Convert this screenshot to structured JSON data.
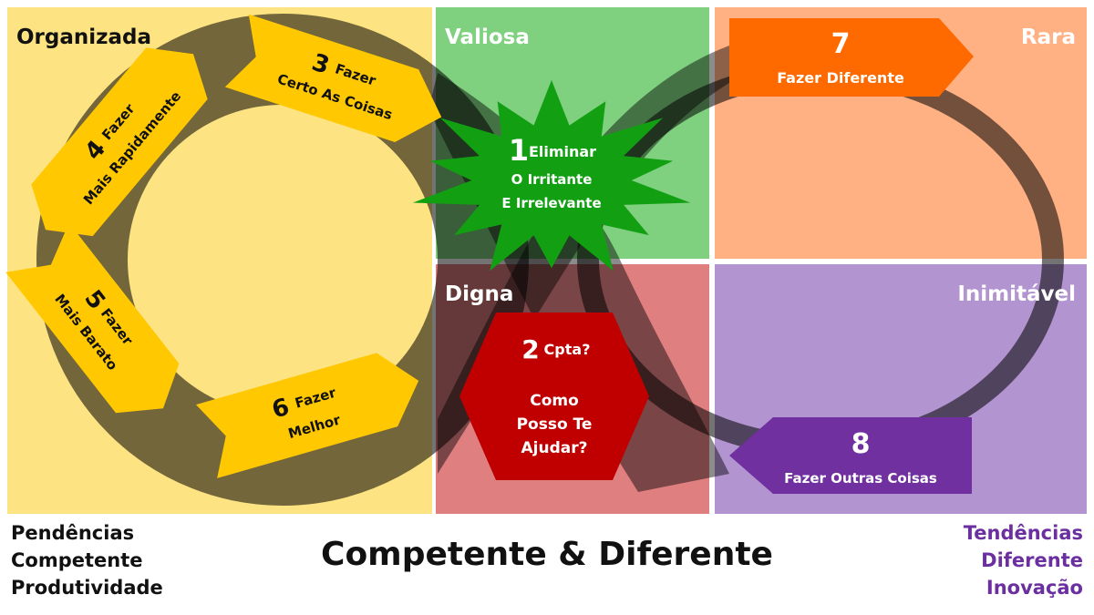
{
  "quadrants": {
    "organizada": "Organizada",
    "valiosa": "Valiosa",
    "rara": "Rara",
    "digna": "Digna",
    "inimitavel": "Inimitável"
  },
  "steps": {
    "s1": {
      "num": "1",
      "word": "Eliminar",
      "line1": "O Irritante",
      "line2": "E Irrelevante"
    },
    "s2": {
      "num": "2",
      "word": "Cpta?",
      "line1": "Como",
      "line2": "Posso Te",
      "line3": "Ajudar?"
    },
    "s3": {
      "num": "3",
      "word": "Fazer",
      "line1": "Certo As Coisas"
    },
    "s4": {
      "num": "4",
      "word": "Fazer",
      "line1": "Mais Rapidamente"
    },
    "s5": {
      "num": "5",
      "word": "Fazer",
      "line1": "Mais Barato"
    },
    "s6": {
      "num": "6",
      "word": "Fazer",
      "line1": "Melhor"
    },
    "s7": {
      "num": "7",
      "line1": "Fazer Diferente"
    },
    "s8": {
      "num": "8",
      "line1": "Fazer Outras Coisas"
    }
  },
  "footer": {
    "left": [
      "Pendências",
      "Competente",
      "Produtividade"
    ],
    "center": "Competente & Diferente",
    "right": [
      "Tendências",
      "Diferente",
      "Inovação"
    ]
  },
  "colors": {
    "organizada": "#fde382",
    "valiosa": "#7fd07f",
    "rara": "#ffb184",
    "digna": "#df7f80",
    "inimitavel": "#b294d0",
    "ring": "#5c4a00",
    "arrow_yellow": "#ffc800",
    "star_green": "#12a012",
    "hexagon_red": "#c00000",
    "arrow_orange": "#ff6a00",
    "arrow_purple": "#7030a0",
    "text_purple": "#6b2fa0"
  }
}
